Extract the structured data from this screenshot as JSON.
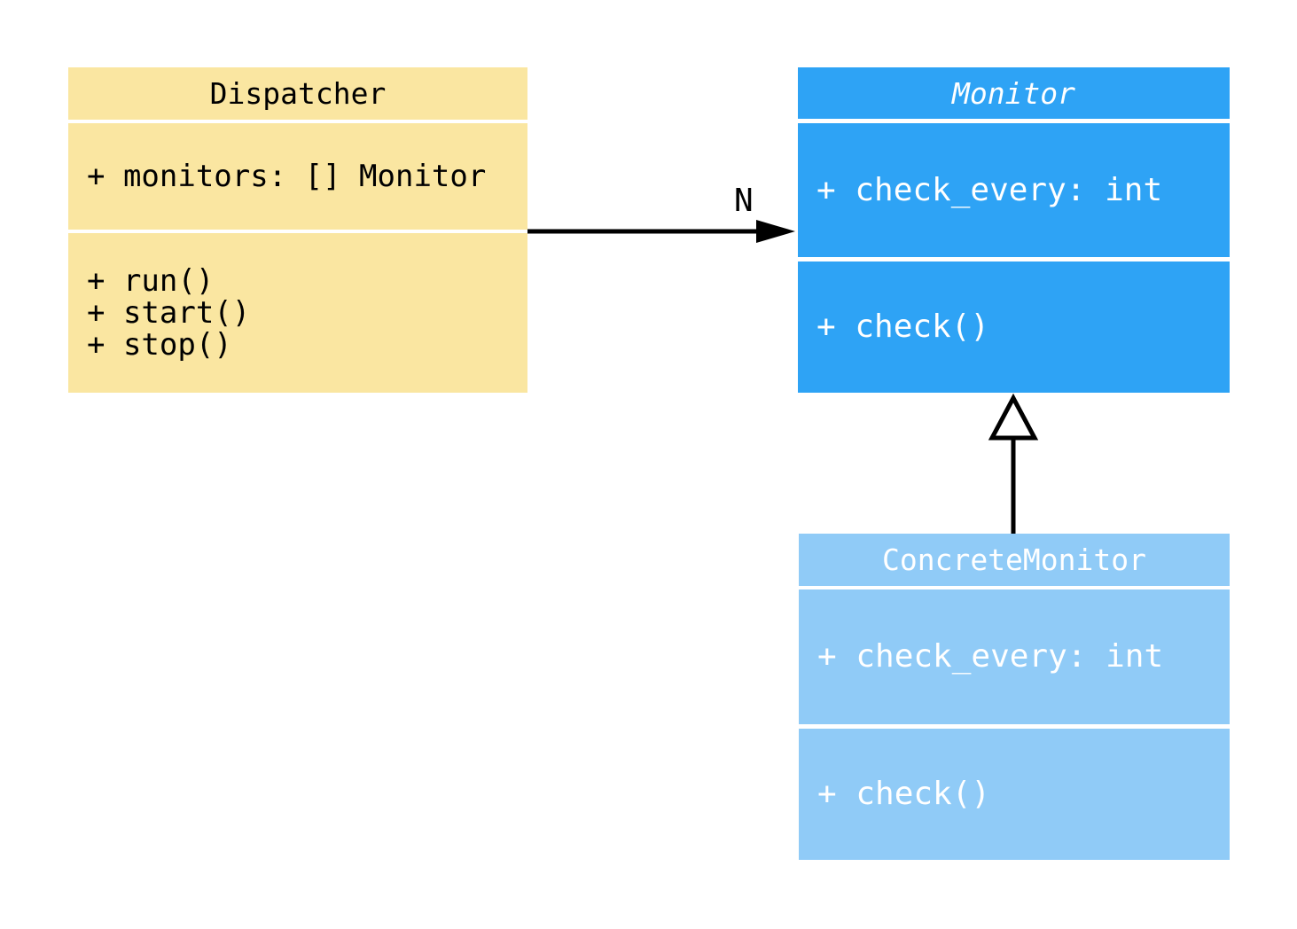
{
  "diagram": {
    "background": "#ffffff",
    "classes": [
      {
        "name": "Dispatcher",
        "fill": "#FAE6A1",
        "text_color": "#000000",
        "title_style": "normal",
        "attributes": [
          "+ monitors: [] Monitor"
        ],
        "methods": [
          "+ run()",
          "+ start()",
          "+ stop()"
        ]
      },
      {
        "name": "Monitor",
        "fill": "#2EA3F5",
        "text_color": "#FFFFFF",
        "title_style": "italic",
        "attributes": [
          "+ check_every: int"
        ],
        "methods": [
          "+ check()"
        ]
      },
      {
        "name": "ConcreteMonitor",
        "fill": "#90CBF7",
        "text_color": "#FFFFFF",
        "title_style": "normal",
        "attributes": [
          "+ check_every: int"
        ],
        "methods": [
          "+ check()"
        ]
      }
    ],
    "relations": [
      {
        "type": "association",
        "from": "Dispatcher",
        "to": "Monitor",
        "label": "N",
        "arrow": "filled-arrowhead",
        "color": "#000000"
      },
      {
        "type": "inheritance",
        "from": "ConcreteMonitor",
        "to": "Monitor",
        "arrow": "hollow-triangle",
        "color": "#000000"
      }
    ]
  }
}
